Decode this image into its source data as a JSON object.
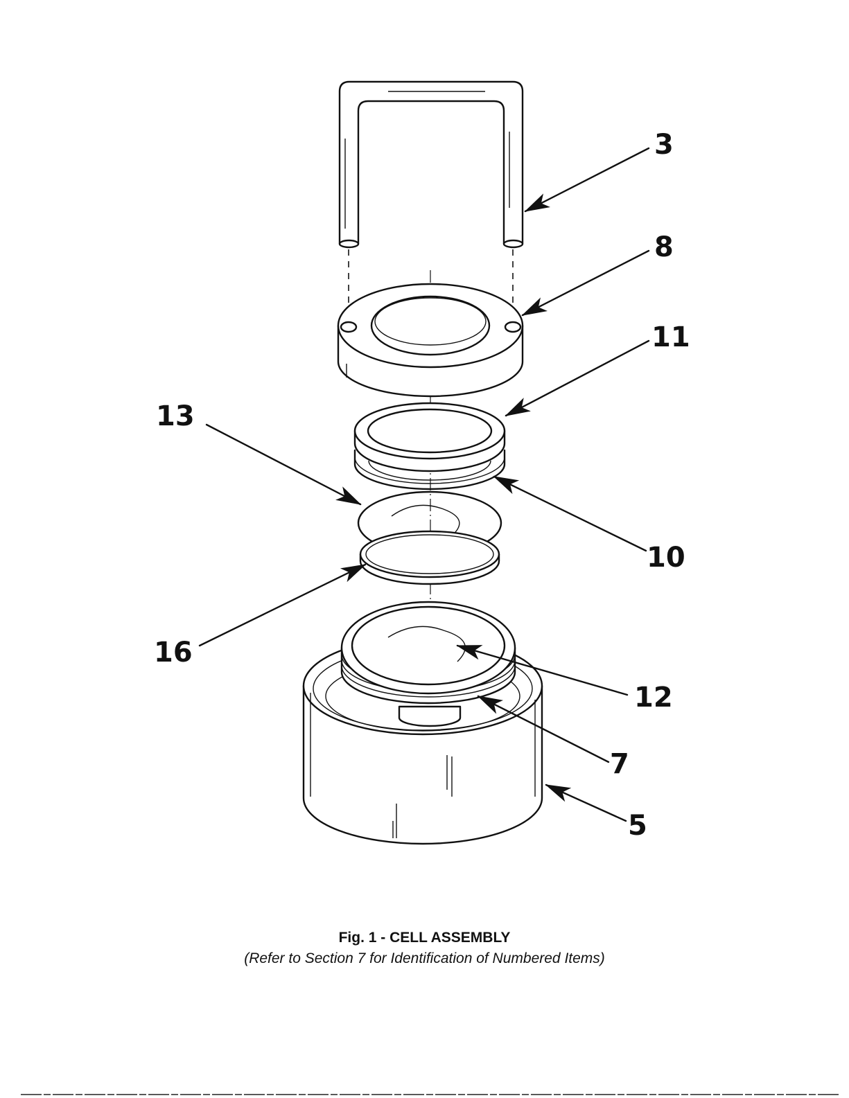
{
  "callouts": {
    "handle": "3",
    "top_ring": "8",
    "gasket_upper": "11",
    "screen_upper": "13",
    "gasket_lower": "10",
    "seal_ring": "16",
    "screen_lower": "12",
    "base_insert": "7",
    "cell_body": "5"
  },
  "caption": {
    "title": "Fig. 1 - CELL ASSEMBLY",
    "note": "(Refer to Section 7 for Identification of Numbered Items)"
  }
}
